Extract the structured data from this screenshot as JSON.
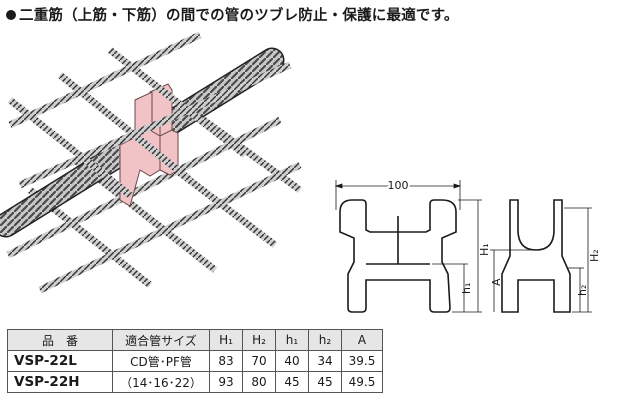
{
  "headline": "二重筋（上筋・下筋）の間での管のツブレ防止・保護に最適です。",
  "dimension_labels": {
    "width": "100",
    "H1": "H₁",
    "h1": "h₁",
    "A": "A",
    "H2": "H₂",
    "h2": "h₂"
  },
  "table": {
    "headers": [
      "品　番",
      "適合管サイズ",
      "H₁",
      "H₂",
      "h₁",
      "h₂",
      "A"
    ],
    "rows": [
      {
        "model": "VSP-22L",
        "pipe": "CD管･PF管",
        "H1": "83",
        "H2": "70",
        "h1": "40",
        "h2": "34",
        "A": "39.5"
      },
      {
        "model": "VSP-22H",
        "pipe": "（14･16･22）",
        "H1": "93",
        "H2": "80",
        "h1": "45",
        "h2": "45",
        "A": "49.5"
      }
    ]
  },
  "colors": {
    "spacer_pink": "#f1c2c6",
    "header_gray": "#e6e6e6",
    "line": "#1a1a1a"
  }
}
